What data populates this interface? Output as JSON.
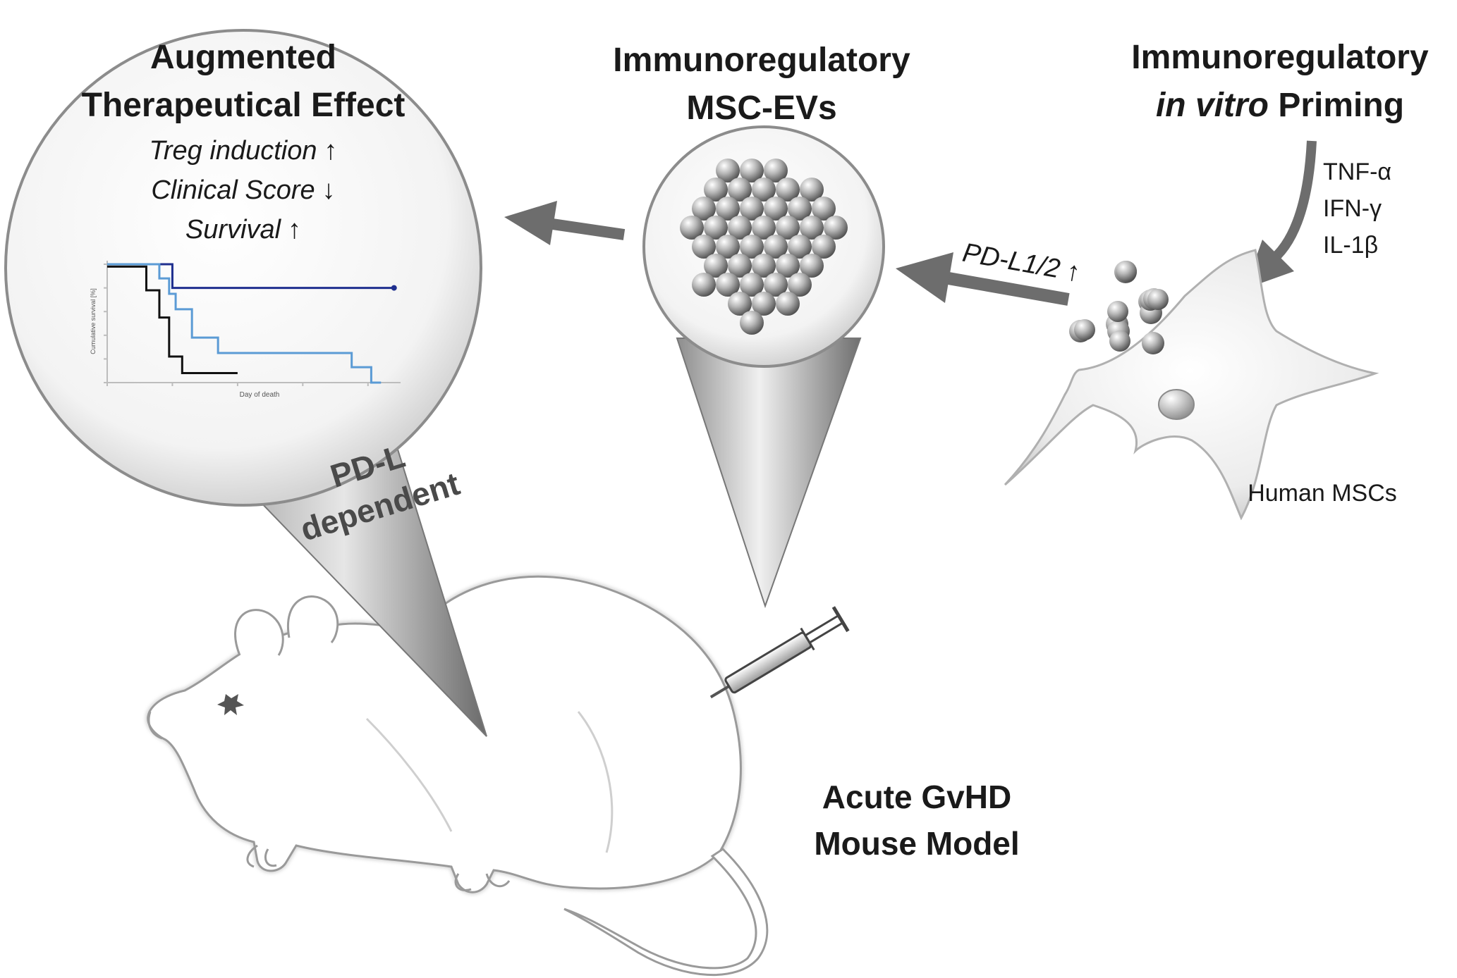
{
  "left_panel": {
    "title_line1": "Augmented",
    "title_line2": "Therapeutical Effect",
    "effects": [
      {
        "label": "Treg induction",
        "arrow": "↑"
      },
      {
        "label": "Clinical Score",
        "arrow": "↓"
      },
      {
        "label": "Survival",
        "arrow": "↑"
      }
    ],
    "cone_label_line1": "PD-L",
    "cone_label_line2": "dependent"
  },
  "middle_panel": {
    "title_line1": "Immunoregulatory",
    "title_line2": "MSC-EVs"
  },
  "right_panel": {
    "title_line1": "Immunoregulatory",
    "title_italic": "in vitro",
    "title_rest": " Priming",
    "cytokines": [
      "TNF-α",
      "IFN-γ",
      "IL-1β"
    ],
    "cell_label": "Human MSCs",
    "arrow_label": "PD-L1/2",
    "arrow_symbol": "↑"
  },
  "mouse_label_line1": "Acute GvHD",
  "mouse_label_line2": "Mouse Model",
  "inset_chart": {
    "ylabel": "Cumulative survival [%]",
    "xlabel": "Day of death"
  },
  "chart_data": {
    "type": "line",
    "step": true,
    "xlabel": "Day of death",
    "ylabel": "Cumulative survival [%]",
    "xlim": [
      0,
      90
    ],
    "ylim": [
      0,
      100
    ],
    "series": [
      {
        "color": "#1f2f8f",
        "x": [
          0,
          20,
          20,
          88
        ],
        "y": [
          100,
          100,
          80,
          80
        ]
      },
      {
        "color": "#5b9bd5",
        "x": [
          0,
          16,
          16,
          19,
          19,
          21,
          21,
          26,
          26,
          34,
          34,
          75,
          75,
          81,
          81,
          84
        ],
        "y": [
          100,
          100,
          88,
          88,
          75,
          75,
          62,
          62,
          38,
          38,
          25,
          25,
          13,
          13,
          0,
          0
        ]
      },
      {
        "color": "#111111",
        "x": [
          0,
          12,
          12,
          16,
          16,
          19,
          19,
          23,
          23,
          40
        ],
        "y": [
          98,
          98,
          78,
          78,
          55,
          55,
          22,
          22,
          8,
          8
        ]
      }
    ]
  },
  "colors": {
    "arrow": "#6d6d6d",
    "dark_blue": "#1f2f8f",
    "light_blue": "#5b9bd5",
    "black": "#111111"
  }
}
